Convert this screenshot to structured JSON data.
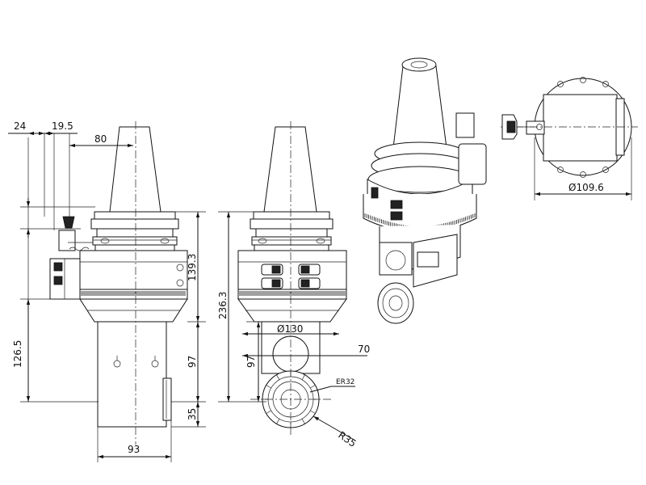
{
  "dimensions": {
    "d24": "24",
    "d19_5": "19.5",
    "d80": "80",
    "d139_3": "139.3",
    "d236_3": "236.3",
    "d126_5": "126.5",
    "d97_left": "97",
    "d97_mid": "97",
    "d35": "35",
    "d93": "93",
    "d130": "Ø130",
    "d70": "70",
    "er32": "ER32",
    "r35": "R35",
    "d109_6": "Ø109.6"
  },
  "colors": {
    "line": "#111111",
    "background": "#ffffff"
  }
}
